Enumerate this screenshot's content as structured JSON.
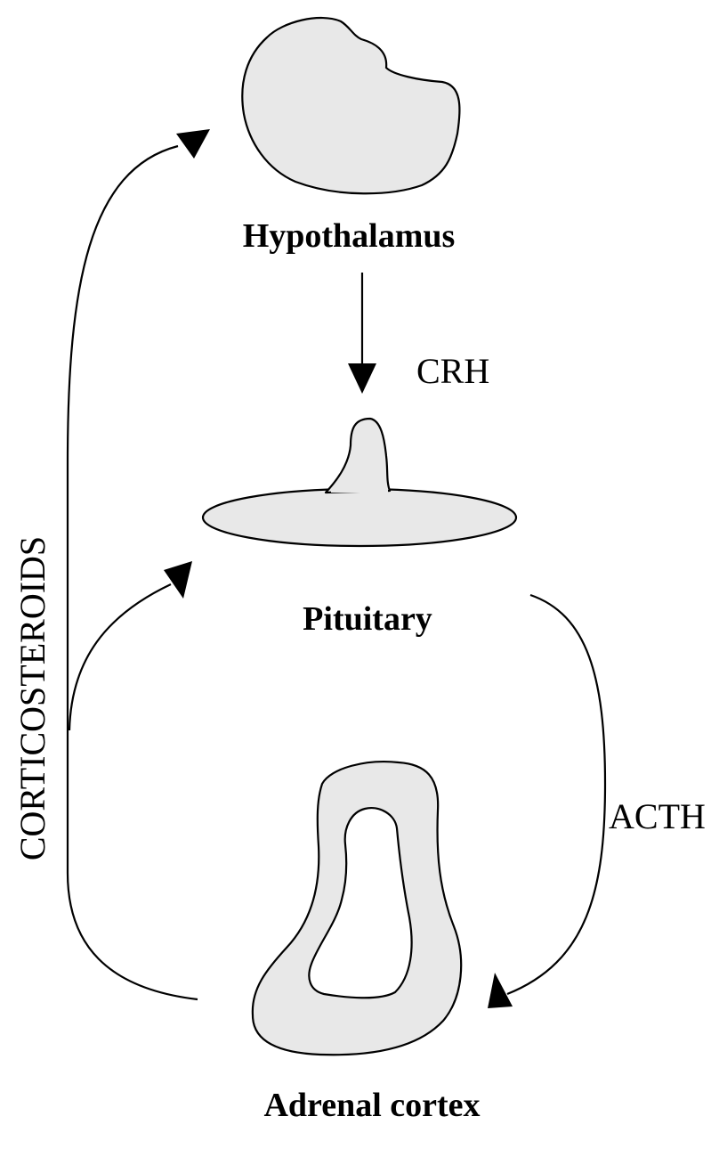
{
  "organs": {
    "hypothalamus": "Hypothalamus",
    "pituitary": "Pituitary",
    "adrenal_cortex": "Adrenal cortex"
  },
  "hormones": {
    "crh": "CRH",
    "acth": "ACTH",
    "corticosteroids": "CORTICOSTEROIDS"
  },
  "colors": {
    "organ_fill": "#e8e8e8",
    "stroke": "#000000",
    "background": "#ffffff"
  }
}
